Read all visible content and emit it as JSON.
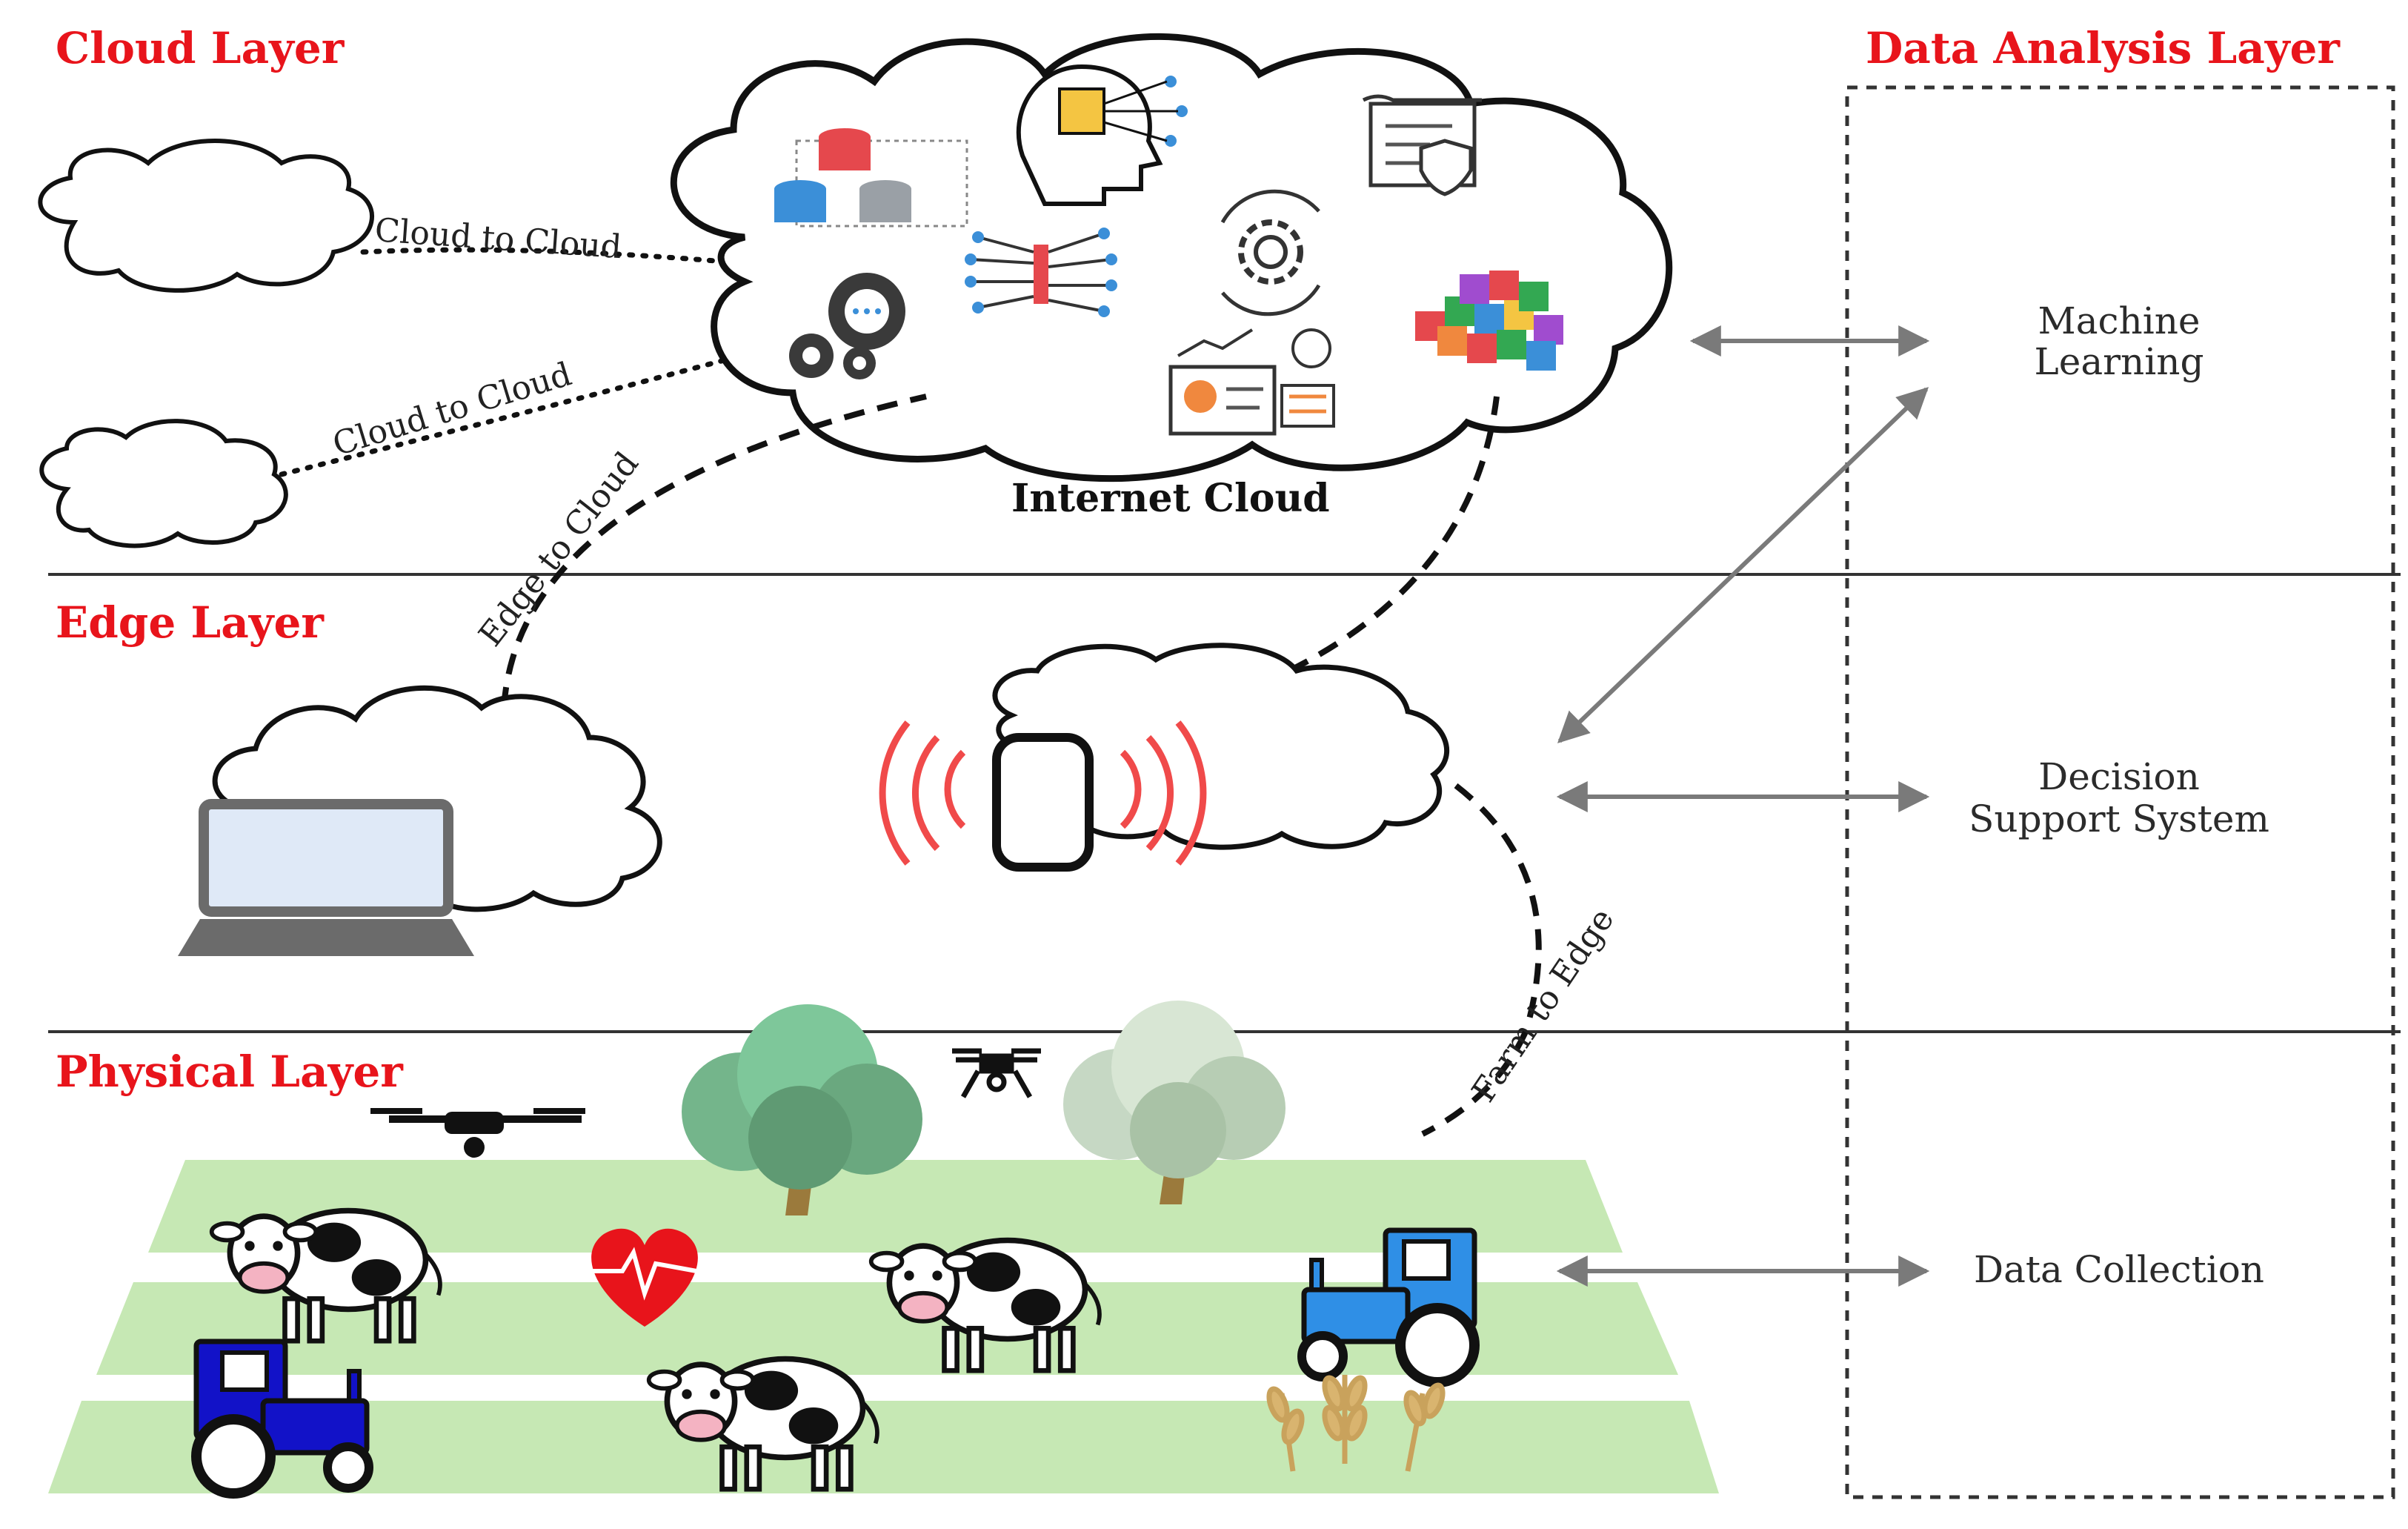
{
  "layers": {
    "cloud": "Cloud Layer",
    "edge": "Edge Layer",
    "physical": "Physical Layer",
    "analysis": "Data Analysis Layer"
  },
  "cloud": {
    "title": "Internet Cloud",
    "icons": [
      "database-icon",
      "ai-head-icon",
      "document-shield-icon",
      "circuit-icon",
      "gear-sync-icon",
      "gears-icon",
      "dashboard-icon",
      "data-cubes-icon"
    ]
  },
  "connections": {
    "cloud_to_cloud_1": "Cloud to Cloud",
    "cloud_to_cloud_2": "Cloud to Cloud",
    "edge_to_cloud": "Edge to Cloud",
    "farm_to_edge": "Farm to Edge"
  },
  "analysis": {
    "ml_line1": "Machine",
    "ml_line2": "Learning",
    "dss_line1": "Decision",
    "dss_line2": "Support System",
    "data_collection": "Data Collection"
  },
  "colors": {
    "layer_title": "#e8141b",
    "field": "#c6e8b4",
    "arrow": "#7a7a7a",
    "tractor_light": "#2f8fe6",
    "tractor_dark": "#1212c8",
    "signal": "#f04a4a",
    "heart": "#e8141b"
  }
}
